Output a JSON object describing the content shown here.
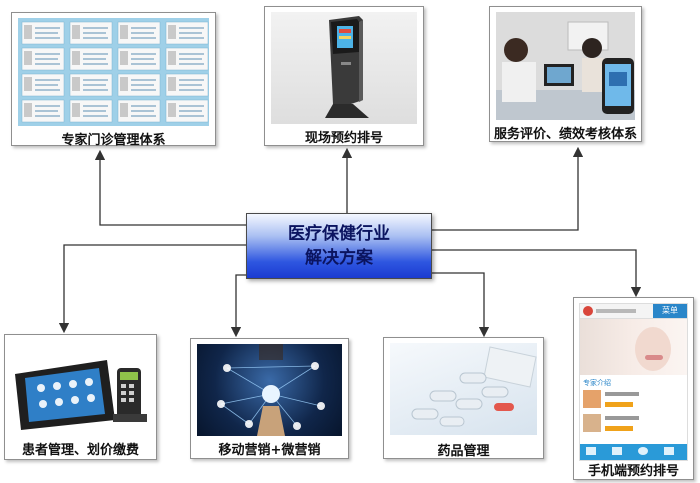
{
  "center": {
    "line1": "医疗保健行业",
    "line2": "解决方案"
  },
  "nodes": {
    "expert": {
      "caption": "专家门诊管理体系"
    },
    "onsite": {
      "caption": "现场预约排号"
    },
    "service": {
      "caption": "服务评价、绩效考核体系"
    },
    "patient": {
      "caption": "患者管理、划价缴费"
    },
    "marketing": {
      "caption": "移动营销+微营销"
    },
    "drug": {
      "caption": "药品管理"
    },
    "mobile": {
      "caption": "手机端预约排号",
      "screen_tab": "菜单",
      "screen_section": "专家介绍"
    }
  },
  "colors": {
    "line": "#333333",
    "center_top": "#f4f7ff",
    "center_bottom": "#1b3bd1",
    "center_text": "#0b1460"
  }
}
